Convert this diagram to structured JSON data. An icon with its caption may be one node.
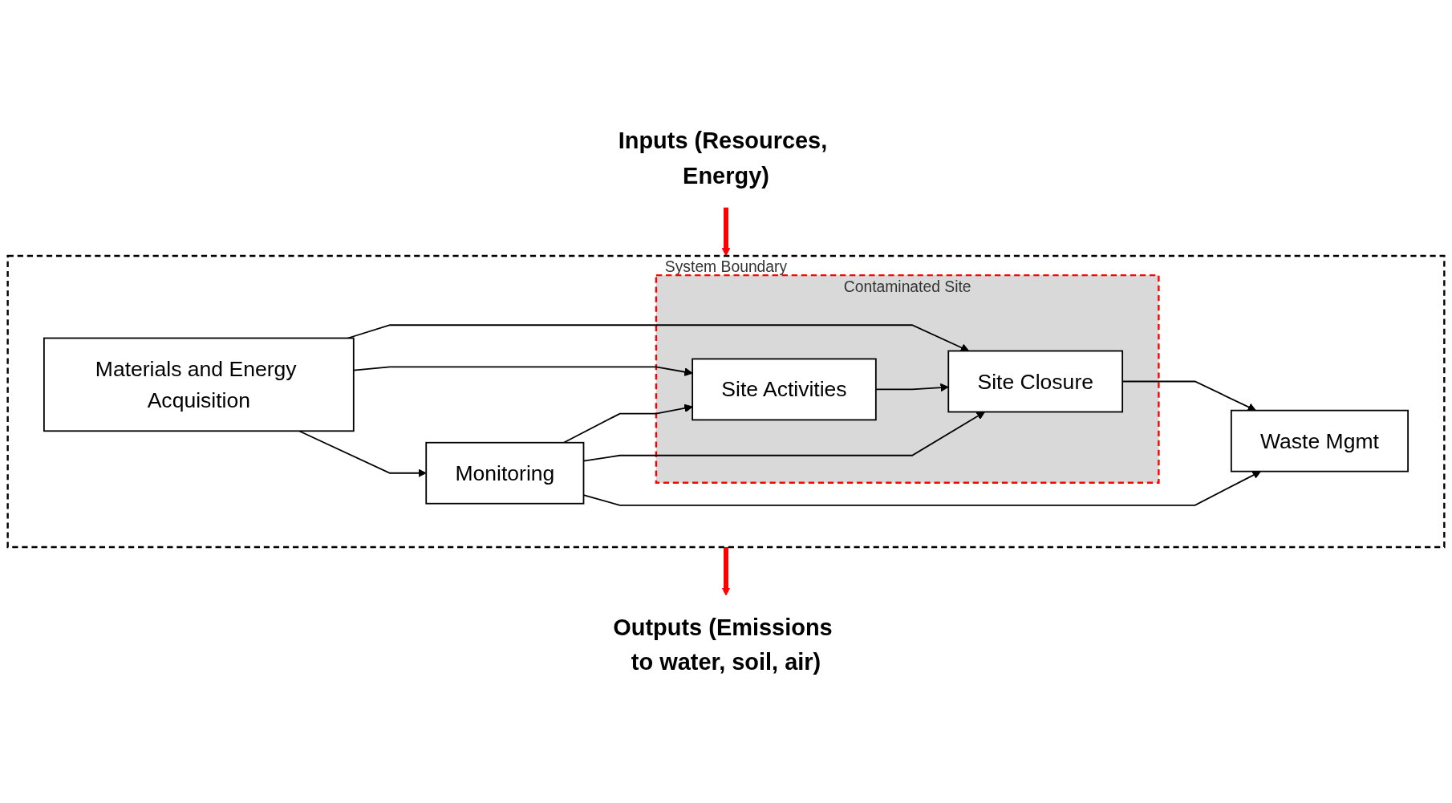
{
  "diagram": {
    "nodes": [
      {
        "text": [
          "System Boundary"
        ]
      },
      {
        "text": [
          "Materials and Energy Acquisition"
        ],
        "in": 0
      },
      {
        "text": [
          "Monitoring"
        ],
        "in": 0
      },
      {
        "text": [
          "Contaminated Site"
        ],
        "in": 0
      },
      {
        "text": [
          "Site Activities"
        ],
        "in": 3
      },
      {
        "text": [
          "Site Closure"
        ],
        "in": 3
      },
      {
        "text": [
          "Waste Mgmt"
        ],
        "in": 0
      },
      {
        "text": [
          "Inputs (Resources, Energy)"
        ]
      },
      {
        "text": [
          "Outputs (Emissions to water, soil, air)"
        ]
      }
    ],
    "edges": [
      {
        "from": 1,
        "to": 2,
        "arrow": "to"
      },
      {
        "from": 1,
        "to": 4,
        "arrow": "to"
      },
      {
        "from": 1,
        "to": 5,
        "arrow": "to"
      },
      {
        "from": 2,
        "to": 4,
        "arrow": "to"
      },
      {
        "from": 4,
        "to": 5,
        "arrow": "to"
      },
      {
        "from": 2,
        "to": 5,
        "arrow": "to"
      },
      {
        "from": 5,
        "to": 6,
        "arrow": "to"
      },
      {
        "from": 2,
        "to": 6,
        "arrow": "to"
      },
      {
        "from": 7,
        "to": 0,
        "arrow": "to",
        "style": "thick",
        "color": "#ff0000"
      },
      {
        "from": 0,
        "to": 8,
        "arrow": "to",
        "style": "thick",
        "color": "#ff0000"
      }
    ]
  }
}
